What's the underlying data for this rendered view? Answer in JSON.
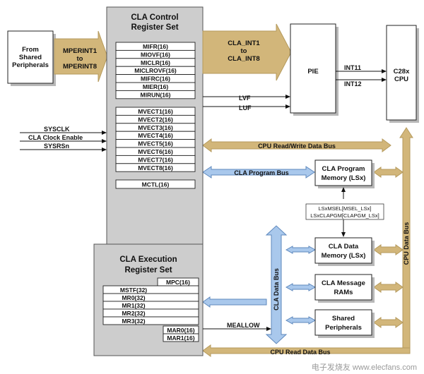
{
  "colors": {
    "bus_tan": "#b59a5c",
    "bus_tan_light": "#d2b67a",
    "bus_blue": "#a9c8ec",
    "bus_blue_border": "#5e88bd",
    "block_gray": "#cdcdcd"
  },
  "shared_peripherals_source": {
    "line1": "From",
    "line2": "Shared",
    "line3": "Peripherals"
  },
  "mperint_arrow": {
    "line1": "MPERINT1",
    "line2": "to",
    "line3": "MPERINT8"
  },
  "control_block": {
    "title1": "CLA Control",
    "title2": "Register Set",
    "group1": [
      "MIFR(16)",
      "MIOVF(16)",
      "MICLR(16)",
      "MICLROVF(16)",
      "MIFRC(16)",
      "MIER(16)",
      "MIRUN(16)"
    ],
    "group2": [
      "MVECT1(16)",
      "MVECT2(16)",
      "MVECT3(16)",
      "MVECT4(16)",
      "MVECT5(16)",
      "MVECT6(16)",
      "MVECT7(16)",
      "MVECT8(16)"
    ],
    "mctl": "MCTL(16)"
  },
  "cla_int_arrow": {
    "line1": "CLA_INT1",
    "line2": "to",
    "line3": "CLA_INT8"
  },
  "pie": {
    "label": "PIE"
  },
  "cpu": {
    "line1": "C28x",
    "line2": "CPU"
  },
  "int_signals": [
    "INT11",
    "INT12"
  ],
  "flags": [
    "LVF",
    "LUF"
  ],
  "inputs": [
    "SYSCLK",
    "CLA Clock Enable",
    "SYSRSn"
  ],
  "buses": {
    "cpu_rw": "CPU Read/Write Data Bus",
    "cla_program": "CLA Program Bus",
    "cla_data": "CLA Data Bus",
    "cpu_data": "CPU Data Bus",
    "cpu_read": "CPU Read Data Bus"
  },
  "program_memory": {
    "line1": "CLA Program",
    "line2": "Memory (LSx)"
  },
  "lsx_config": {
    "line1": "LSxMSEL[MSEL_LSx]",
    "line2": "LSxCLAPGM[CLAPGM_LSx]"
  },
  "data_memory": {
    "line1": "CLA Data",
    "line2": "Memory (LSx)"
  },
  "message_rams": {
    "line1": "CLA Message",
    "line2": "RAMs"
  },
  "shared_periph_block": {
    "line1": "Shared",
    "line2": "Peripherals"
  },
  "execution_block": {
    "title1": "CLA Execution",
    "title2": "Register Set",
    "mpc": "MPC(16)",
    "regs": [
      "MSTF(32)",
      "MR0(32)",
      "MR1(32)",
      "MR2(32)",
      "MR3(32)"
    ],
    "mars": [
      "MAR0(16)",
      "MAR1(16)"
    ]
  },
  "meallow": "MEALLOW",
  "watermark": "电子发烧友 www.elecfans.com"
}
